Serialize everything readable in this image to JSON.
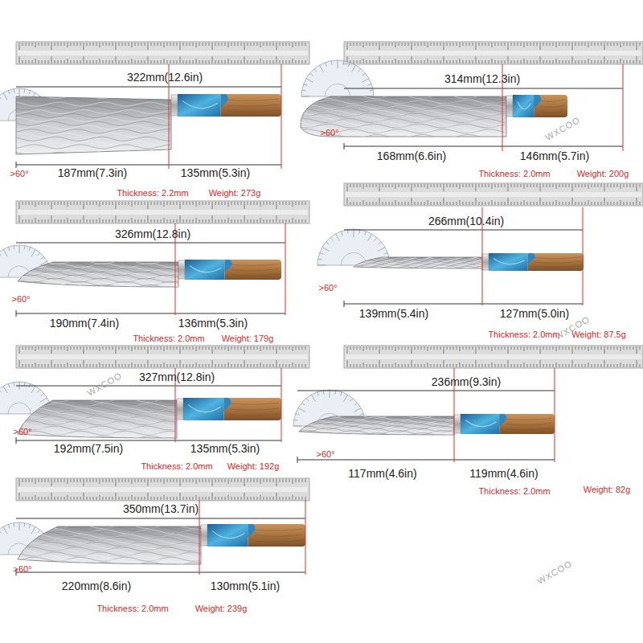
{
  "diagram": {
    "labels": [
      "322mm(12.6in)",
      ">60°",
      "187mm(7.3in)",
      "135mm(5.3in)",
      "Thickness: 2.2mm",
      "Weight: 273g",
      "314mm(12.3in)",
      ">60°",
      "168mm(6.6in)",
      "146mm(5.7in)",
      "Thickness: 2.0mm",
      "Weight: 200g",
      "326mm(12.8in)",
      ">60°",
      "190mm(7.4in)",
      "136mm(5.3in)",
      "Thickness: 2.0mm",
      "Weight: 179g",
      "266mm(10.4in)",
      ">60°",
      "139mm(5.4in)",
      "127mm(5.0in)",
      "Thickness: 2.0mm",
      "Weight: 87.5g",
      "327mm(12.8in)",
      ">60°",
      "192mm(7.5in)",
      "135mm(5.3in)",
      "Thickness: 2.0mm",
      "Weight: 192g",
      "236mm(9.3in)",
      ">60°",
      "117mm(4.6in)",
      "119mm(4.6in)",
      "Thickness: 2.0mm",
      "Weight: 82g",
      "350mm(13.7in)",
      ">60°",
      "220mm(8.6in)",
      "130mm(5.1in)",
      "Thickness: 2.0mm",
      "Weight: 239g",
      "WXCOO",
      "WXCOO",
      "WXCOO",
      "WXCOO"
    ]
  }
}
